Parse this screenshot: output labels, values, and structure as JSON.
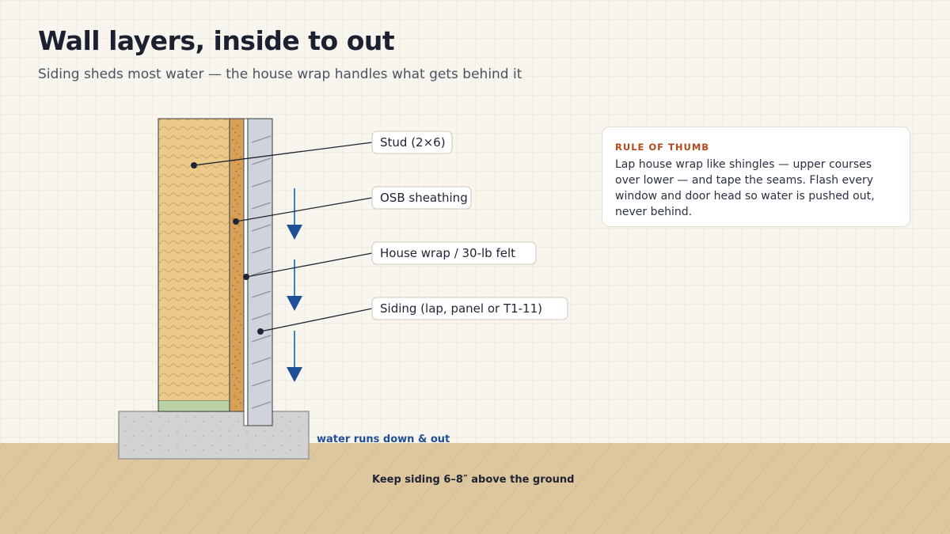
{
  "header": {
    "title": "Wall layers, inside to out",
    "subtitle": "Siding sheds most water — the house wrap handles what gets behind it"
  },
  "layers": [
    {
      "label": "Stud (2×6)"
    },
    {
      "label": "OSB sheathing"
    },
    {
      "label": "House wrap / 30-lb felt"
    },
    {
      "label": "Siding (lap, panel or T1-11)"
    }
  ],
  "water_note": "water runs down & out",
  "ground_note": "Keep siding 6–8″ above the ground",
  "tip": {
    "heading": "RULE OF THUMB",
    "body": "Lap house wrap like shingles — upper courses over lower — and tape the seams. Flash every window and door head so water is pushed out, never behind."
  },
  "colors": {
    "stud": "#ecca8c",
    "osb": "#d8a056",
    "siding": "#cfd3dc",
    "foundation": "#cfcfcf",
    "ground": "#dec69f",
    "arrow": "#1f4f96",
    "accent": "#b04a1c"
  }
}
